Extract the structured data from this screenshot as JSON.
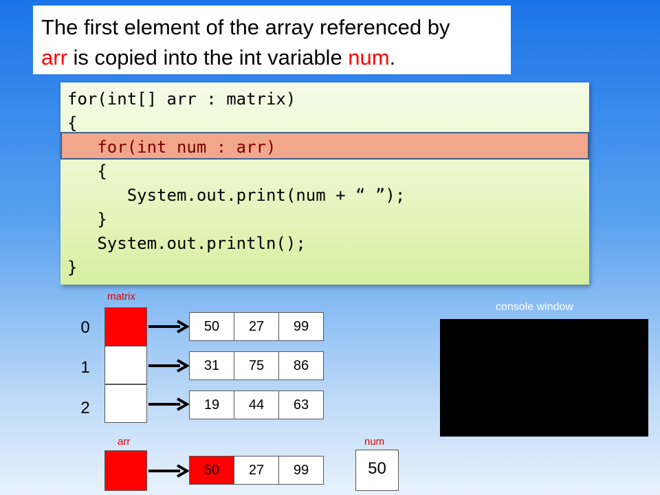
{
  "caption": {
    "part1": "The first element of the array referenced by",
    "var_arr": "arr",
    "part2": " is copied into the int variable ",
    "var_num": "num",
    "part3": "."
  },
  "code": {
    "lines": [
      "for(int[] arr : matrix)",
      "{",
      "   for(int num : arr)",
      "   {",
      "      System.out.print(num + “ ”);",
      "   }",
      "   System.out.println();",
      "}"
    ],
    "highlighted_line": 2
  },
  "matrix": {
    "label": "matrix",
    "indices": [
      "0",
      "1",
      "2"
    ],
    "rows": [
      [
        "50",
        "27",
        "99"
      ],
      [
        "31",
        "75",
        "86"
      ],
      [
        "19",
        "44",
        "63"
      ]
    ],
    "active_index": 0
  },
  "arr": {
    "label": "arr",
    "values": [
      "50",
      "27",
      "99"
    ],
    "active_element": 0
  },
  "num": {
    "label": "num",
    "value": "50"
  },
  "console": {
    "label": "console window"
  },
  "colors": {
    "highlight": "#f2a78c",
    "active": "#ff0000",
    "console": "#000000"
  }
}
